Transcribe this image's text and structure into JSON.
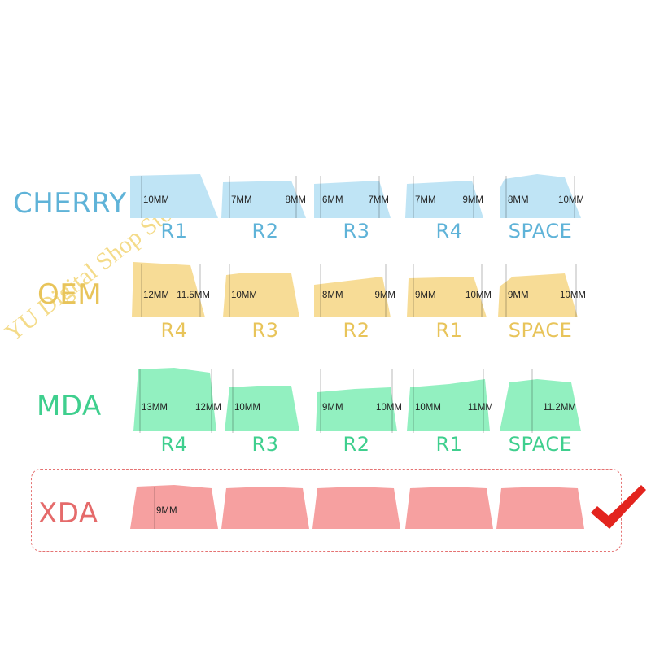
{
  "colors": {
    "cherry_key": "#bfe4f5",
    "cherry_text": "#5fb3d8",
    "oem_key": "#f7dc96",
    "oem_text": "#e8c45a",
    "mda_key": "#92f0c0",
    "mda_text": "#3fcf8e",
    "xda_key": "#f6a0a0",
    "xda_text": "#e56b6b",
    "check": "#e3241e"
  },
  "watermark": "YU Digital Shop Store",
  "profiles": [
    {
      "name": "CHERRY",
      "keys": [
        {
          "label": "R1",
          "left": "10MM",
          "right": ""
        },
        {
          "label": "R2",
          "left": "7MM",
          "right": "8MM"
        },
        {
          "label": "R3",
          "left": "6MM",
          "right": "7MM"
        },
        {
          "label": "R4",
          "left": "7MM",
          "right": "9MM"
        },
        {
          "label": "SPACE",
          "left": "8MM",
          "right": "10MM"
        }
      ]
    },
    {
      "name": "OEM",
      "keys": [
        {
          "label": "R4",
          "left": "12MM",
          "right": "11.5MM"
        },
        {
          "label": "R3",
          "left": "10MM",
          "right": ""
        },
        {
          "label": "R2",
          "left": "8MM",
          "right": "9MM"
        },
        {
          "label": "R1",
          "left": "9MM",
          "right": "10MM"
        },
        {
          "label": "SPACE",
          "left": "9MM",
          "right": "10MM"
        }
      ]
    },
    {
      "name": "MDA",
      "keys": [
        {
          "label": "R4",
          "left": "13MM",
          "right": "12MM"
        },
        {
          "label": "R3",
          "left": "10MM",
          "right": ""
        },
        {
          "label": "R2",
          "left": "9MM",
          "right": "10MM"
        },
        {
          "label": "R1",
          "left": "10MM",
          "right": "11MM"
        },
        {
          "label": "SPACE",
          "left": "",
          "right": "11.2MM"
        }
      ]
    },
    {
      "name": "XDA",
      "keys": [
        {
          "label": "",
          "left": "9MM",
          "right": ""
        },
        {
          "label": "",
          "left": "",
          "right": ""
        },
        {
          "label": "",
          "left": "",
          "right": ""
        },
        {
          "label": "",
          "left": "",
          "right": ""
        },
        {
          "label": "",
          "left": "",
          "right": ""
        }
      ]
    }
  ]
}
